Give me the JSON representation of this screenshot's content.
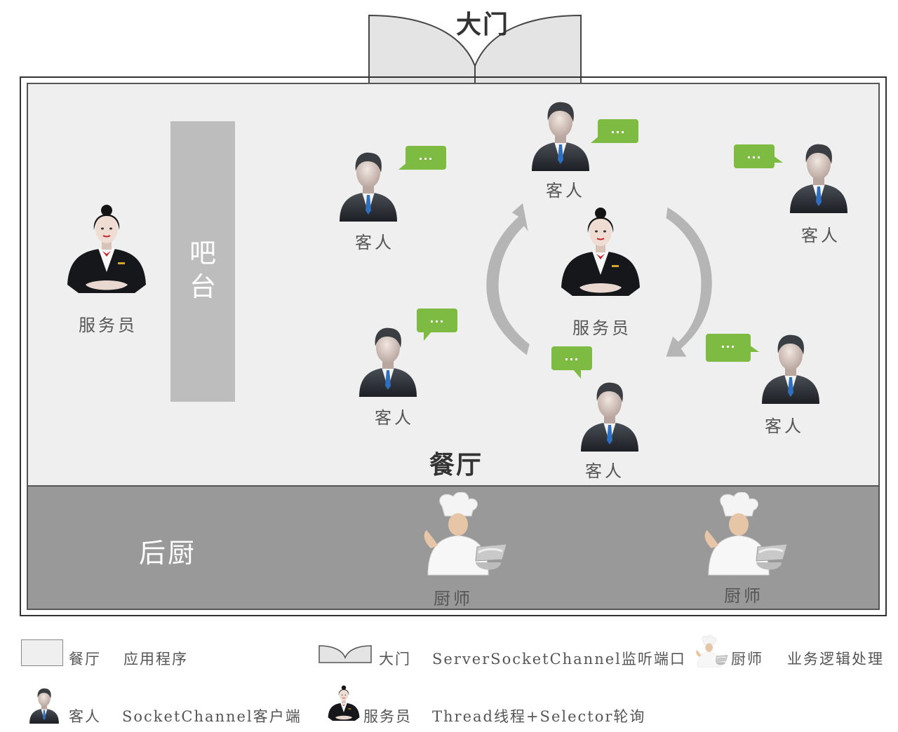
{
  "door": {
    "label": "大门"
  },
  "restaurant": {
    "label": "餐厅"
  },
  "bar": {
    "label_line1": "吧",
    "label_line2": "台"
  },
  "kitchen": {
    "label": "后厨"
  },
  "waiter_left": {
    "label": "服务员"
  },
  "waiter_center": {
    "label": "服务员"
  },
  "customers": [
    {
      "label": "客人",
      "bubble": "..."
    },
    {
      "label": "客人",
      "bubble": "..."
    },
    {
      "label": "客人",
      "bubble": "..."
    },
    {
      "label": "客人",
      "bubble": "..."
    },
    {
      "label": "客人",
      "bubble": "..."
    },
    {
      "label": "客人",
      "bubble": "..."
    }
  ],
  "chefs": [
    {
      "label": "厨师"
    },
    {
      "label": "厨师"
    }
  ],
  "legend": {
    "restaurant_term": "餐厅",
    "restaurant_desc": "应用程序",
    "door_term": "大门",
    "door_desc": "ServerSocketChannel监听端口",
    "chef_term": "厨师",
    "chef_desc": "业务逻辑处理",
    "customer_term": "客人",
    "customer_desc": "SocketChannel客户端",
    "waiter_term": "服务员",
    "waiter_desc": "Thread线程+Selector轮询"
  },
  "colors": {
    "restaurant_fill": "#efefef",
    "kitchen_fill": "#999999",
    "bar_fill": "#bdbdbd",
    "bubble": "#7dbb42"
  }
}
